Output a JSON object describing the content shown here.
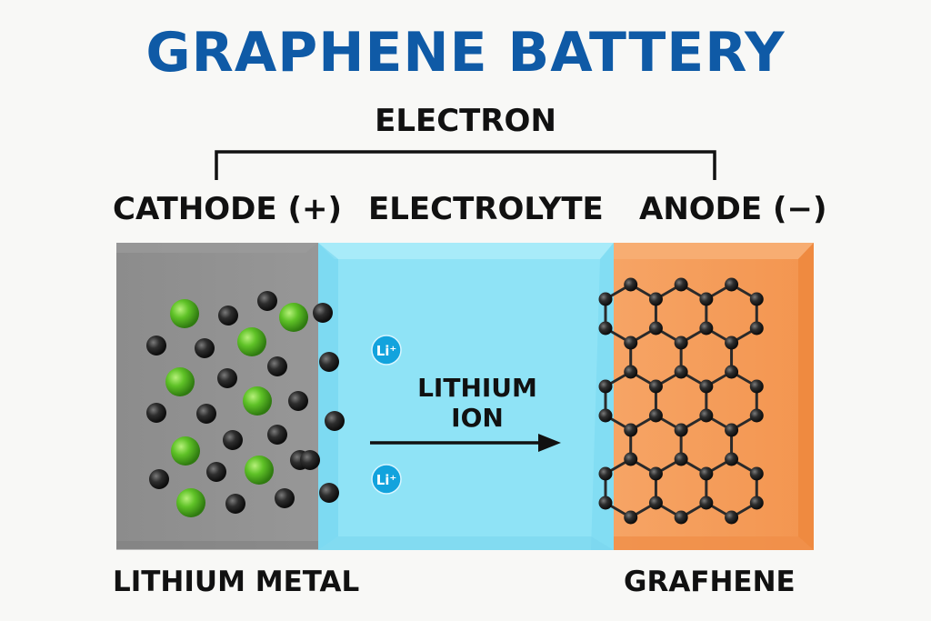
{
  "title": "GRAPHENE BATTERY",
  "labels": {
    "electron": "ELECTRON",
    "cathode": "CATHODE (+)",
    "electrolyte": "ELECTROLYTE",
    "anode": "ANODE (−)",
    "ion": "LITHIUM ION",
    "lithium_metal": "LITHIUM METAL",
    "graphene": "GRAFHENE",
    "li_ion_badge": "Li⁺"
  },
  "colors": {
    "title": "#0f5aa6",
    "cathode": "#8a8a8a",
    "electrolyte": "#8fe4f6",
    "anode": "#f59a58",
    "lithium_atom": "#5fc227",
    "electron_atom": "#2a2a2a",
    "li_badge": "#12a3dd"
  }
}
